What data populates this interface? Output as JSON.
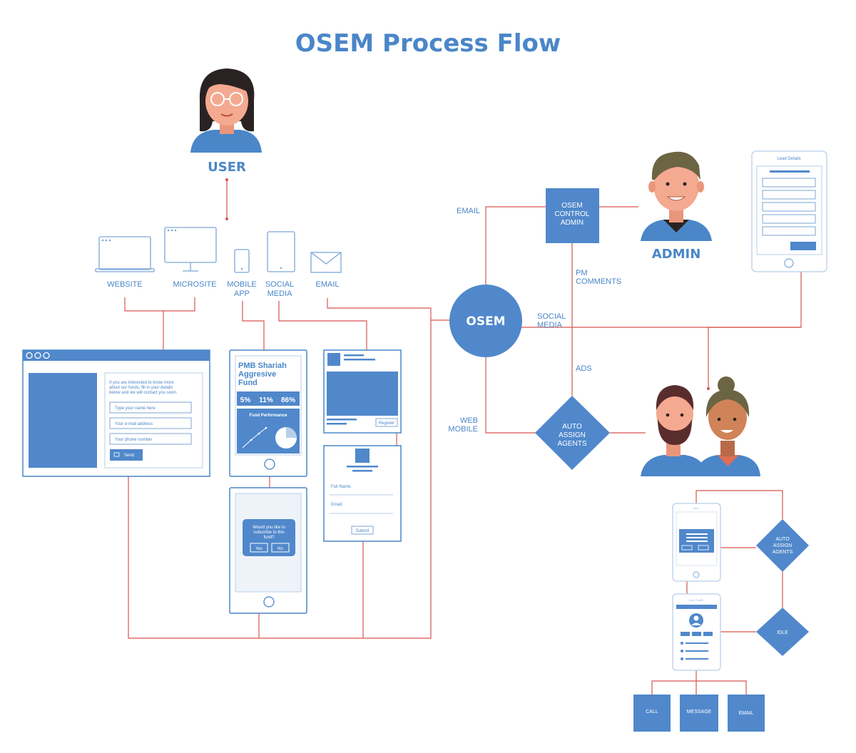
{
  "title": "OSEM Process Flow",
  "actors": {
    "user": "USER",
    "admin": "ADMIN"
  },
  "channels": {
    "website": "WEBSITE",
    "microsite": "MICROSITE",
    "mobile_app_1": "MOBILE",
    "mobile_app_2": "APP",
    "social_media_1": "SOCIAL",
    "social_media_2": "MEDIA",
    "email": "EMAIL"
  },
  "center": {
    "osem": "OSEM",
    "control_admin": [
      "OSEM",
      "CONTROL",
      "ADMIN"
    ],
    "auto_assign": [
      "AUTO",
      "ASSIGN",
      "AGENTS"
    ]
  },
  "edge_labels": {
    "email": "EMAIL",
    "pm_comments": [
      "PM",
      "COMMENTS"
    ],
    "social_media": [
      "SOCIAL",
      "MEDIA"
    ],
    "ads": "ADS",
    "web_mobile": [
      "WEB",
      "MOBILE"
    ]
  },
  "website_form": {
    "intro": [
      "If you are interested to know more",
      "about our funds, fill in your details",
      "below and we will contact you soon."
    ],
    "name_placeholder": "Type your name here",
    "email_placeholder": "Your e-mail address",
    "phone_placeholder": "Your phone number",
    "send": "Send"
  },
  "fund_app": {
    "name": [
      "PMB Shariah",
      "Aggresive",
      "Fund"
    ],
    "stats": [
      "5%",
      "11%",
      "86%"
    ],
    "performance": "Fund Performance",
    "dialog": [
      "Would you like to",
      "subscribe to this",
      "fund?"
    ],
    "yes": "Yes",
    "no": "No"
  },
  "social_post": {
    "register": "Register",
    "full_name": "Full Name:",
    "email": "Email:",
    "submit": "Submit"
  },
  "lead_details": {
    "title": "Lead Details"
  },
  "agent_flow": {
    "auto_assign": [
      "AUTO",
      "ASSIGN",
      "AGENTS"
    ],
    "idle": "IDLE",
    "call": "CALL",
    "message": "MESSAGE",
    "email": "EMAIL",
    "user_profile": "User Profile",
    "alert": "Alert"
  },
  "colors": {
    "primary": "#4a86c8",
    "fill_blue": "#5088cb",
    "connector": "#d9534f"
  }
}
